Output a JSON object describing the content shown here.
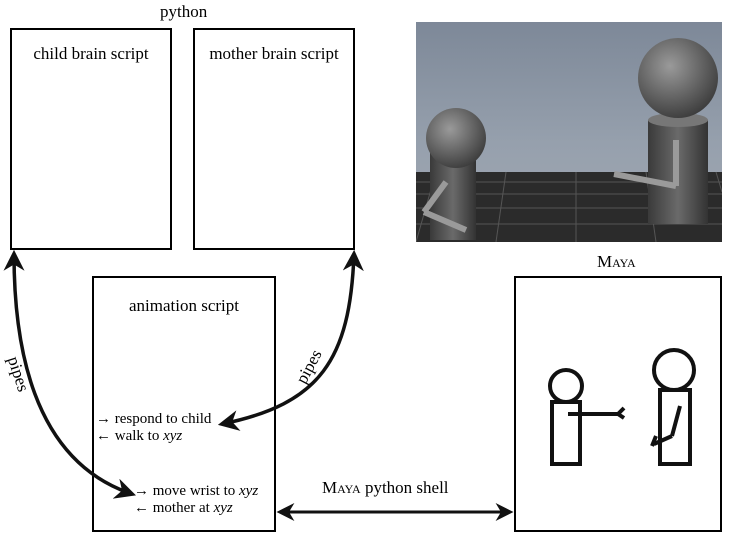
{
  "python_label": "python",
  "boxes": {
    "child_brain": "child brain script",
    "mother_brain": "mother brain script",
    "animation": "animation script",
    "maya": "Maya"
  },
  "animation_lines": {
    "line1": "→ respond to child",
    "line2_prefix": "← walk to ",
    "line2_var": "xyz",
    "line3_prefix": "→ move wrist to ",
    "line3_var": "xyz",
    "line4_prefix": "← mother at ",
    "line4_var": "xyz"
  },
  "pipes_left": "pipes",
  "pipes_right": "pipes",
  "shell_label_sc": "Maya",
  "shell_label_rest": " python shell"
}
